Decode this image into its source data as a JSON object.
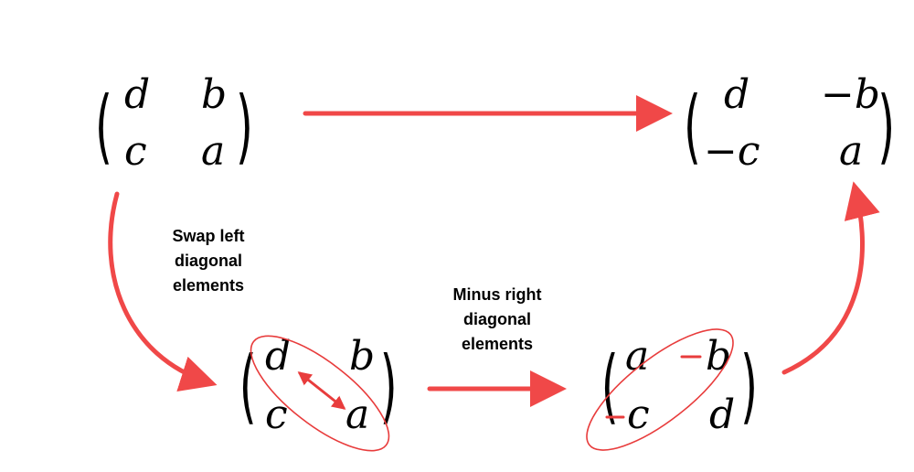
{
  "colors": {
    "arrow": "#f04848",
    "annotation": "#e83c3c",
    "text": "#000000"
  },
  "matrices": {
    "top_left": {
      "m11": "d",
      "m12": "b",
      "m21": "c",
      "m22": "a"
    },
    "top_right": {
      "m11": "d",
      "m12": "−b",
      "m21": "−c",
      "m22": "a"
    },
    "bottom_left": {
      "m11": "d",
      "m12": "b",
      "m21": "c",
      "m22": "a"
    },
    "bottom_right": {
      "m11": "a",
      "m12": "b",
      "m21": "c",
      "m22": "d"
    }
  },
  "captions": {
    "swap": [
      "Swap left",
      "diagonal",
      "elements"
    ],
    "minus": [
      "Minus right",
      "diagonal",
      "elements"
    ]
  }
}
